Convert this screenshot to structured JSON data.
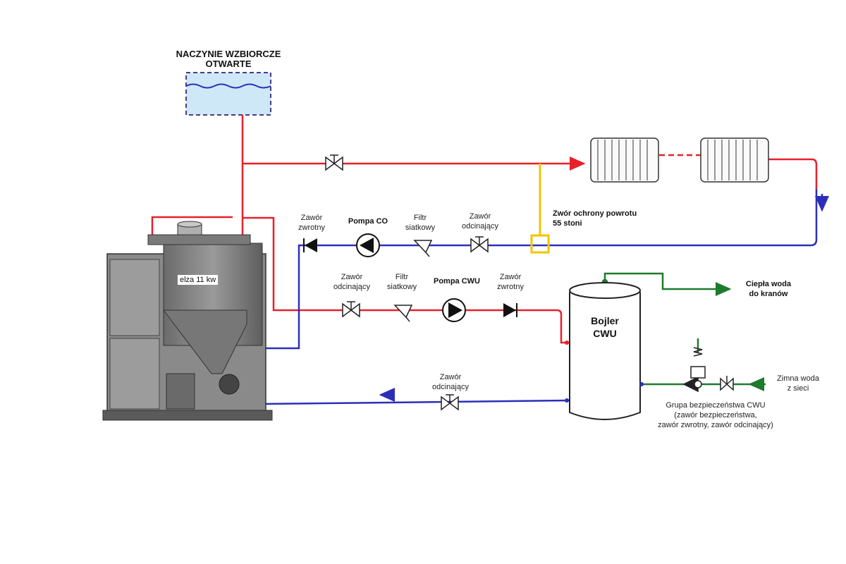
{
  "expansion_tank": {
    "label_line1": "NACZYNIE WZBIORCZE",
    "label_line2": "OTWARTE"
  },
  "boiler": {
    "model_label": "elza 11 kw"
  },
  "co_circuit": {
    "check_valve": {
      "line1": "Zawór",
      "line2": "zwrotny"
    },
    "pump": {
      "line1": "Pompa CO"
    },
    "filter": {
      "line1": "Filtr",
      "line2": "siatkowy"
    },
    "shutoff_valve": {
      "line1": "Zawór",
      "line2": "odcinający"
    },
    "return_protection": {
      "line1": "Zwór ochrony powrotu",
      "line2": "55 stoni"
    }
  },
  "cwu_circuit": {
    "shutoff_valve": {
      "line1": "Zawór",
      "line2": "odcinający"
    },
    "filter": {
      "line1": "Filtr",
      "line2": "siatkowy"
    },
    "pump": {
      "line1": "Pompa CWU"
    },
    "check_valve": {
      "line1": "Zawór",
      "line2": "zwrotny"
    }
  },
  "return_line": {
    "shutoff_valve": {
      "line1": "Zawór",
      "line2": "odcinający"
    }
  },
  "water_heater": {
    "line1": "Bojler",
    "line2": "CWU"
  },
  "hot_water": {
    "line1": "Ciepła woda",
    "line2": "do kranów"
  },
  "cold_water": {
    "line1": "Zimna woda",
    "line2": "z sieci"
  },
  "safety_group": {
    "line1": "Grupa bezpieczeństwa CWU",
    "line2": "(zawór bezpieczeństwa,",
    "line3": "zawór zwrotny, zawór odcinający)"
  },
  "colors": {
    "supply": "#e8202a",
    "return": "#2b2fb8",
    "cold": "#1e7a2e",
    "protection": "#f2c400",
    "tank_water": "#cfe8f7"
  }
}
